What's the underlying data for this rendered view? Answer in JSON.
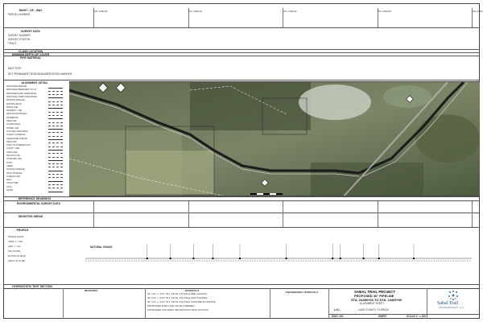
{
  "sections": {
    "right_of_way": "RIGHT - OF - WAY",
    "survey_data": "SURVEY DATA",
    "class_location": "CLASS LOCATION",
    "min_depth": "MINIMUM DEPTH OF COVER",
    "pipe_material": "PIPE MATERIAL",
    "alignment_detail": "ALIGNMENT DETAIL",
    "reference_drawings": "REFERENCE DRAWINGS",
    "environmental_survey": "ENVIRONMENTAL SURVEY DATA",
    "sensitive_areas": "SENSITIVE AREAS",
    "profile": "PROFILE",
    "hydrostatic": "HYDROSTATIC TEST SECTION"
  },
  "rows": {
    "parcel_number": "PARCEL NUMBER",
    "survey_1": "SURVEY NUMBER",
    "survey_2": "SURVEY STATION",
    "survey_3": "TRACT",
    "pipe_1": "MILE POST",
    "pipe_2": "SET PERMANENT ROW MONUMENTATION MARKER"
  },
  "legend": [
    "PROPOSED PIPELINE",
    "PROPOSED PERMANENT R.O.W.",
    "PROPOSED TEMP. WORKSPACE",
    "ADDITIONAL TEMP. WORKSPACE",
    "EXISTING PIPELINE",
    "EXISTING ROAD",
    "FENCE LINE",
    "PROPERTY LINE",
    "WETLAND BOUNDARY",
    "WATERBODY",
    "TREE LINE",
    "ACCESS ROAD",
    "POWER LINE",
    "CULTURAL RESOURCE",
    "SURVEY CORRIDOR",
    "CENTERLINE STATION",
    "MILE POST",
    "POINT OF INTERSECTION",
    "COUNTY LINE",
    "STATE LINE",
    "SECTION LINE",
    "TOWNSHIP LINE",
    "DITCH",
    "CREEK",
    "TOPSOIL STORAGE",
    "SPOIL STORAGE",
    "FOREIGN LINE",
    "WELL",
    "STRUCTURE",
    "GATE",
    "NOTES"
  ],
  "stations": [
    "STA. 24380+00",
    "STA. 24385+00",
    "STA. 24390+00",
    "STA. 24395+00",
    "STA. 24400+00"
  ],
  "profile": {
    "natural_grade": "NATURAL GRADE",
    "notes": [
      "PROFILE DATUM",
      "HORIZ. 1\" = 200'",
      "VERT. 1\" = 20'",
      "TOP OF PIPE",
      "BOTTOM OF DITCH",
      "DEPTH OF COVER"
    ],
    "marks": [
      0.16,
      0.22,
      0.28,
      0.33,
      0.4,
      0.52,
      0.64,
      0.66,
      0.72,
      0.76,
      0.85
    ]
  },
  "materials": [
    "36\" O.D. x .XXX\" W.T. API 5L X70 PSL2 FBE COATING",
    "36\" O.D. x .XXX\" W.T. API 5L X70 PSL2 ARO COATING",
    "36\" O.D. x .XXX\" W.T. API 5L X70 PSL2 CONCRETE COATING",
    "PROPOSED MAIN LINE VALVE ASSEMBLY",
    "PROPOSED CATHODIC PROTECTION TEST STATION"
  ],
  "title_block": {
    "revisions": "REVISIONS",
    "materials": "MATERIALS",
    "engineering_approvals": "ENGINEERING APPROVALS",
    "project": "SABAL TRAIL PROJECT",
    "subtitle": "PROPOSED 36\" PIPELINE",
    "stations": "STA. 24380+00 TO STA. 24400+00",
    "sheet_type": "ALIGNMENT SHEET",
    "county_label": "LOC.",
    "county": "LAKE COUNTY, FLORIDA",
    "dwg": "DWG. NO.",
    "sheet": "SHEET",
    "scale": "SCALE 1\" = 200'"
  },
  "logo": {
    "name": "Sabal Trail",
    "tagline": "TRANSMISSION, LLC"
  }
}
